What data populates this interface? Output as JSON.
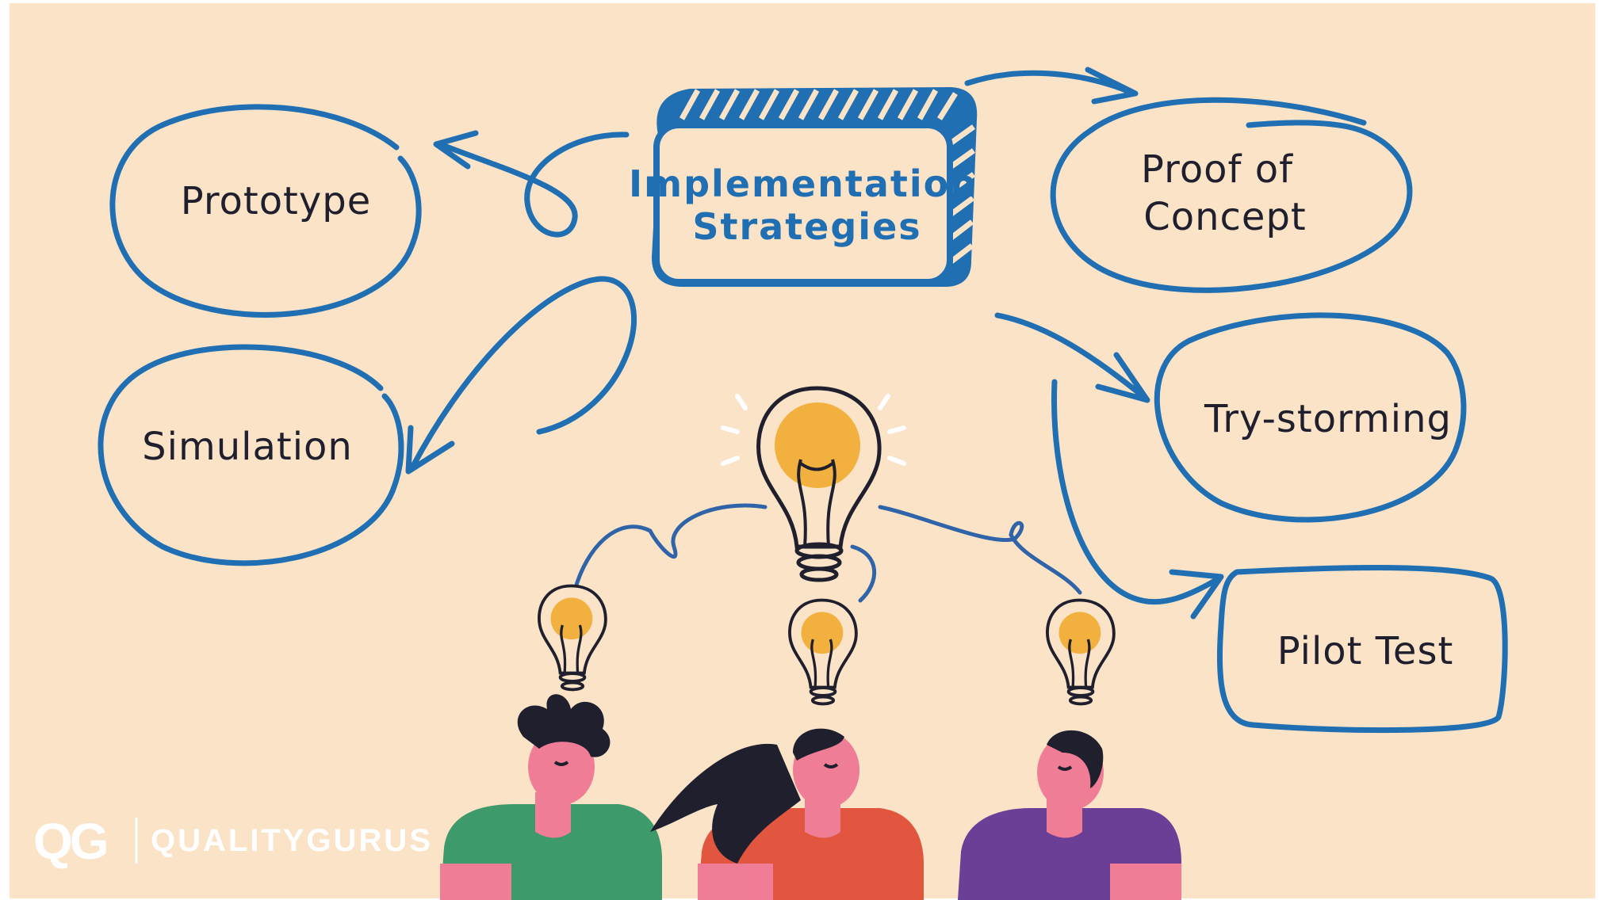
{
  "colors": {
    "background": "#fbe3c8",
    "accent": "#1f6fb2",
    "bulb": "#f2b13f",
    "ink": "#1f1f2e",
    "shirt_green": "#3f9a6b",
    "shirt_red": "#e2553f",
    "shirt_purple": "#6b3f96",
    "skin": "#ef7d95"
  },
  "center": {
    "line1": "Implementation",
    "line2": "Strategies"
  },
  "nodes": {
    "prototype": "Prototype",
    "simulation": "Simulation",
    "proof_of_concept_line1": "Proof of",
    "proof_of_concept_line2": "Concept",
    "try_storming": "Try-storming",
    "pilot_test": "Pilot Test"
  },
  "logo": {
    "mark": "QG",
    "name": "QUALITYGURUS"
  },
  "icons": [
    "lightbulb-icon",
    "arrow-icon",
    "person-illustration",
    "logo"
  ]
}
